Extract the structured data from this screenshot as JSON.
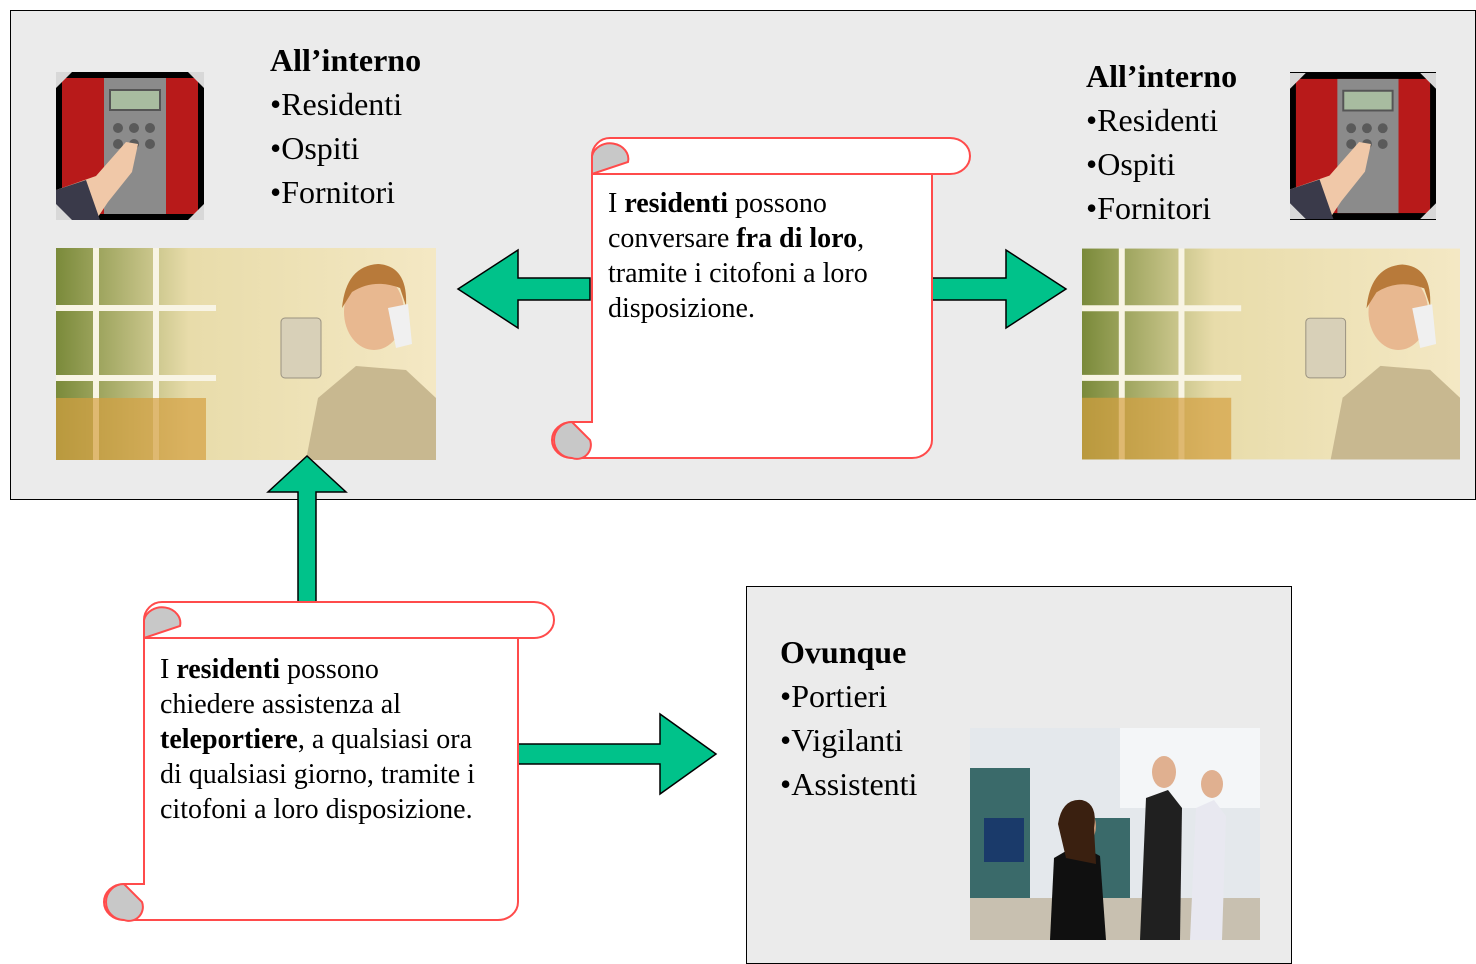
{
  "top_left": {
    "heading": "All’interno",
    "items": [
      "•Residenti",
      "•Ospiti",
      "•Fornitori"
    ]
  },
  "top_right": {
    "heading": "All’interno",
    "items": [
      "•Residenti",
      "•Ospiti",
      "•Fornitori"
    ]
  },
  "bottom_panel": {
    "heading": "Ovunque",
    "items": [
      "•Portieri",
      "•Vigilanti",
      "•Assistenti"
    ]
  },
  "scroll_top": {
    "p1": "I ",
    "b1": "residenti",
    "p2": " possono conversare ",
    "b2": "fra di loro",
    "p3": ", tramite i citofoni a loro disposizione."
  },
  "scroll_bottom": {
    "p1": "I ",
    "b1": "residenti",
    "p2": " possono chiedere assistenza al ",
    "b2": "teleportiere",
    "p3": ", a qualsiasi ora di qualsiasi giorno, tramite i citofoni a loro disposizione."
  },
  "colors": {
    "panel": "#ebebeb",
    "arrow": "#00c28a",
    "scroll_border": "#ff4b4b",
    "curl_fill": "#c8c8c8"
  }
}
